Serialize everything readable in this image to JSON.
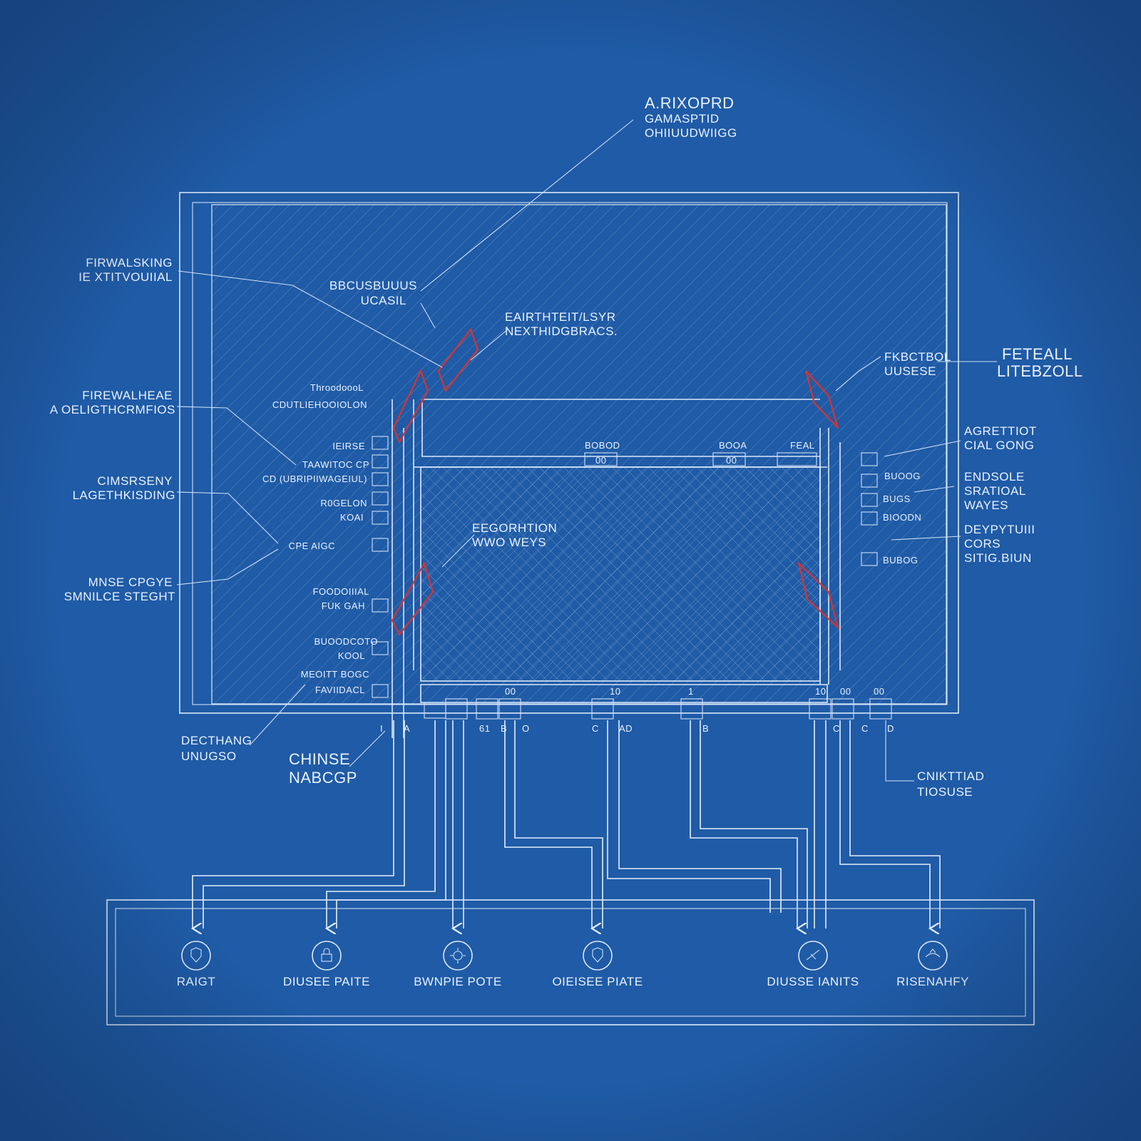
{
  "colors": {
    "background": "#1f5ba6",
    "linework": "#dbe8fb",
    "accent": "#d8332f"
  },
  "callouts": {
    "top": [
      "A.RIXOPRD",
      "GAMASPTID",
      "OHIIUUDWIIGG"
    ],
    "inner_top": [
      "BBCUSBUUUS",
      "UCASIL"
    ],
    "center_top": [
      "EAIRTHTEIT/LSYR",
      "NEXTHIDGBRACS."
    ],
    "left_1": [
      "FIRWALSKING",
      "IE XTITVOUIIAL"
    ],
    "left_2": [
      "FIREWALHEAE",
      "A OELIGTHCRMFIOS"
    ],
    "left_3": [
      "CIMSRSENY",
      "LAGETHKISDING"
    ],
    "left_4": [
      "MNSE CPGYE",
      "SMNILCE STEGHT"
    ],
    "right_top_inner": [
      "FKBCTBOL",
      "UUSESE"
    ],
    "right_top_outer": [
      "FETEALL",
      "LITEBZOLL"
    ],
    "right_1": [
      "AGRETTIOT",
      "CIAL GONG"
    ],
    "right_2": [
      "ENDSOLE",
      "SRATIOAL",
      "WAYES"
    ],
    "right_3": [
      "DEYPYTUIII",
      "CORS",
      "SITIG.BIUN"
    ],
    "center_mid": [
      "EEGORHTION",
      "WWO WEYS"
    ],
    "right_bottom": [
      "CNIKTTIAD",
      "TIOSUSE"
    ],
    "bottom_left": [
      "DECTHANG",
      "UNUGSO"
    ],
    "bottom_left_2": [
      "CHINSE",
      "NABCGP"
    ]
  },
  "port_labels_left": [
    "ThroodoooL",
    "CDUTLIEHOOIOLON",
    "IEIRSE",
    "TAAWITOC CP",
    "CD (UBRIPIIWAGEIUL)",
    "R0GELON",
    "KOAI",
    "CPE AIGC",
    "FOODOIIIAL",
    "FUK GAH",
    "BUOODCOTO",
    "KOOL",
    "MEOITT BOGC",
    "FAVIIDACL"
  ],
  "port_labels_right": [
    "BUOOG",
    "BUGS",
    "BIOODN",
    "BUBOG"
  ],
  "top_bus_labels": [
    "BOBOD",
    "BOOA",
    "FEAL",
    "00",
    "00"
  ],
  "bottom_bus_labels": [
    "00",
    "10",
    "1",
    "10",
    "00",
    "00"
  ],
  "pin_labels": [
    "I",
    "A",
    "61",
    "B",
    "O",
    "C",
    "AD",
    "B",
    "C",
    "C",
    "D"
  ],
  "endpoints": [
    "RAIGT",
    "DIUSEE PAITE",
    "BWNPIE POTE",
    "OIEISEE PIATE",
    "DIUSSE IANITS",
    "RISENAHFY"
  ],
  "endpoint_icons": [
    "shield-icon",
    "lock-icon",
    "gear-icon",
    "shield-icon",
    "bird-icon",
    "gear-icon"
  ]
}
